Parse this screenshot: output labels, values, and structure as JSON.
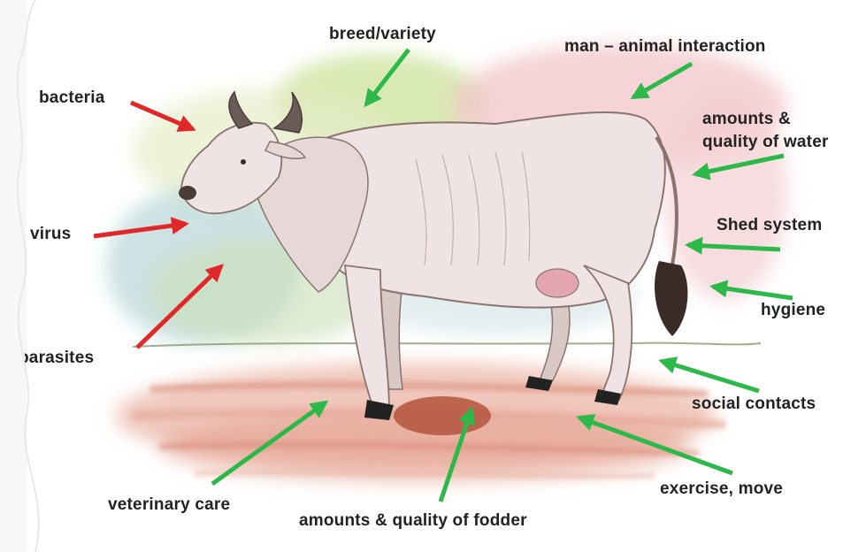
{
  "factors_negative": [
    {
      "id": "bacteria",
      "text": "bacteria"
    },
    {
      "id": "virus",
      "text": "virus"
    },
    {
      "id": "parasites",
      "text": "parasites"
    }
  ],
  "factors_positive": [
    {
      "id": "breed",
      "text": "breed/variety"
    },
    {
      "id": "interaction",
      "text": "man – animal interaction"
    },
    {
      "id": "water",
      "lines": [
        "amounts &",
        "quality of water"
      ]
    },
    {
      "id": "shed",
      "text": "Shed system"
    },
    {
      "id": "hygiene",
      "text": "hygiene"
    },
    {
      "id": "social",
      "text": "social contacts"
    },
    {
      "id": "exercise",
      "text": "exercise, move"
    },
    {
      "id": "fodder",
      "text": "amounts & quality of fodder"
    },
    {
      "id": "vet",
      "text": "veterinary care"
    }
  ],
  "colors": {
    "negative_arrow": "#e02828",
    "positive_arrow": "#2db84a",
    "text": "#222222"
  }
}
